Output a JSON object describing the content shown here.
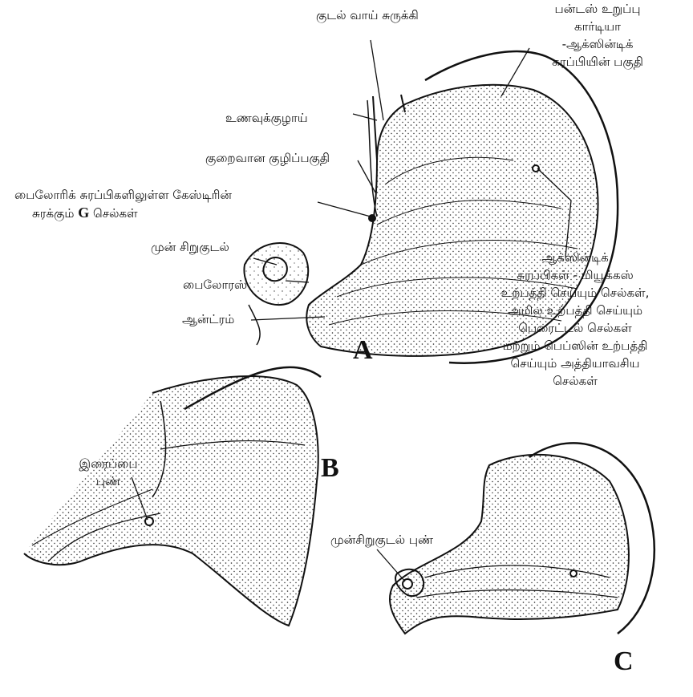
{
  "figures": {
    "A": "A",
    "B": "B",
    "C": "C"
  },
  "labels": {
    "cardiac_sphincter": "குடல் வாய் சுருக்கி",
    "fundus": [
      "பன்டஸ் உறுப்பு",
      "கார்டியா",
      "-ஆக்ஸின்டிக்",
      "சுரப்பியின் பகுதி"
    ],
    "esophagus": "உணவுக்குழாய்",
    "lesser_curvature": "குறைவான குழிப்பகுதி",
    "pyloric_glands": {
      "line1": "பைலோரிக் சுரப்பிகளிலுள்ள கேஸ்டிரின்",
      "line2_pre": "சுரக்கும்",
      "line2_g": "G",
      "line2_post": "செல்கள்"
    },
    "duodenum": "முன் சிறுகுடல்",
    "pylorus": "பைலோரஸ்",
    "antrum": "ஆன்ட்ரம்",
    "oxyntic_glands": [
      "ஆக்ஸின்டிக்",
      "சுரப்பிகள் - மியூக்கஸ்",
      "உற்பத்தி செய்யும் செல்கள்,",
      "அமில உற்பத்தி செய்யும்",
      "பெரைட்டல் செல்கள்",
      "மற்றும் பெப்ஸின் உற்பத்தி",
      "செய்யும் அத்தியாவசிய",
      "செல்கள்"
    ],
    "gastric_ulcer": [
      "இரைப்பை",
      "புண்"
    ],
    "duodenal_ulcer": "முன்சிறுகுடல் புண்"
  }
}
